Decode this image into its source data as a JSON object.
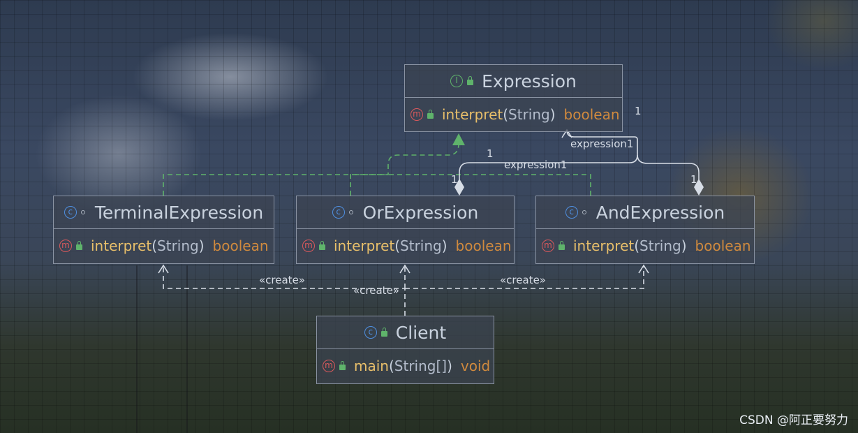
{
  "diagram": {
    "classes": {
      "expression": {
        "kind_icon": "I",
        "name": "Expression",
        "method": "interpret",
        "param": "String",
        "return_type": "boolean"
      },
      "terminal": {
        "kind_icon": "c",
        "name": "TerminalExpression",
        "method": "interpret",
        "param": "String",
        "return_type": "boolean"
      },
      "or": {
        "kind_icon": "c",
        "name": "OrExpression",
        "method": "interpret",
        "param": "String",
        "return_type": "boolean"
      },
      "and": {
        "kind_icon": "c",
        "name": "AndExpression",
        "method": "interpret",
        "param": "String",
        "return_type": "boolean"
      },
      "client": {
        "kind_icon": "c",
        "name": "Client",
        "method": "main",
        "param": "String[]",
        "return_type": "void"
      }
    },
    "method_icon": "m",
    "labels": {
      "expression1_a": "expression1",
      "expression1_b": "expression1",
      "mult_top": "1",
      "mult_mid": "1",
      "mult_or": "1",
      "mult_and": "1",
      "create_left": "«create»",
      "create_mid": "«create»",
      "create_right": "«create»"
    }
  },
  "watermark": "CSDN @阿正要努力",
  "colors": {
    "interface": "#5fb36b",
    "class": "#4f8fe0",
    "method": "#d9595c",
    "return_type": "#d08a3e",
    "method_name": "#e8bf6a"
  }
}
